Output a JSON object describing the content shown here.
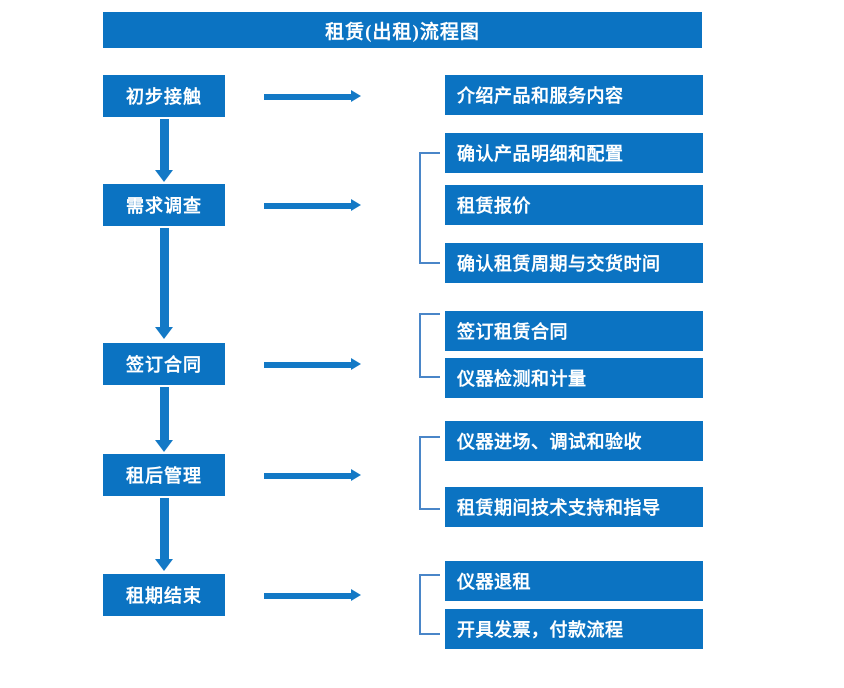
{
  "diagram": {
    "title": "租赁(出租)流程图",
    "accent_color": "#0b73c2",
    "arrow_color": "#1379c6",
    "bracket_color": "#4a86c8",
    "text_color": "#ffffff",
    "background_color": "#ffffff"
  },
  "stages": [
    {
      "label": "初步接触"
    },
    {
      "label": "需求调查"
    },
    {
      "label": "签订合同"
    },
    {
      "label": "租后管理"
    },
    {
      "label": "租期结束"
    }
  ],
  "details": [
    {
      "label": "介绍产品和服务内容"
    },
    {
      "label": "确认产品明细和配置"
    },
    {
      "label": "租赁报价"
    },
    {
      "label": "确认租赁周期与交货时间"
    },
    {
      "label": "签订租赁合同"
    },
    {
      "label": "仪器检测和计量"
    },
    {
      "label": "仪器进场、调试和验收"
    },
    {
      "label": "租赁期间技术支持和指导"
    },
    {
      "label": "仪器退租"
    },
    {
      "label": "开具发票，付款流程"
    }
  ],
  "flow": {
    "stage_to_detail_arrow": "right-arrow",
    "stage_to_stage_arrow": "down-arrow",
    "group_marker": "left-bracket"
  }
}
